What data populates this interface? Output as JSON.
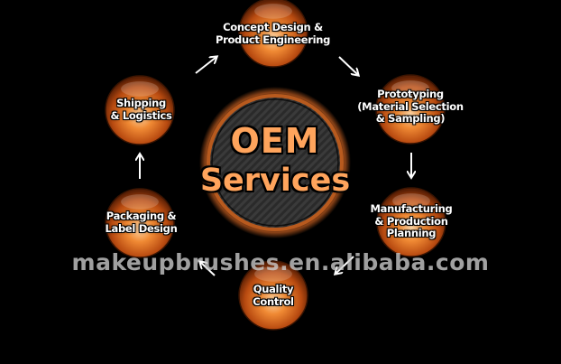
{
  "diagram": {
    "center": {
      "line1": "OEM",
      "line2": "Services"
    },
    "nodes": [
      {
        "id": "concept",
        "label": "Concept Design &\nProduct Engineering"
      },
      {
        "id": "prototyping",
        "label": "Prototyping\n(Material Selection\n& Sampling)"
      },
      {
        "id": "manufacturing",
        "label": "Manufacturing\n& Production\nPlanning"
      },
      {
        "id": "quality",
        "label": "Quality\nControl"
      },
      {
        "id": "packaging",
        "label": "Packaging &\nLabel Design"
      },
      {
        "id": "shipping",
        "label": "Shipping\n& Logistics"
      }
    ],
    "flow": [
      [
        "concept",
        "prototyping"
      ],
      [
        "prototyping",
        "manufacturing"
      ],
      [
        "manufacturing",
        "quality"
      ],
      [
        "quality",
        "packaging"
      ],
      [
        "packaging",
        "shipping"
      ],
      [
        "shipping",
        "concept"
      ]
    ]
  },
  "watermark": "makeupbrushes.en.alibaba.com",
  "colors": {
    "background": "#000000",
    "orb_light": "#ffd0a0",
    "orb_mid": "#e36a1a",
    "orb_dark": "#6a2605",
    "center_text": "#ffa45c",
    "arrow": "#ffffff"
  }
}
